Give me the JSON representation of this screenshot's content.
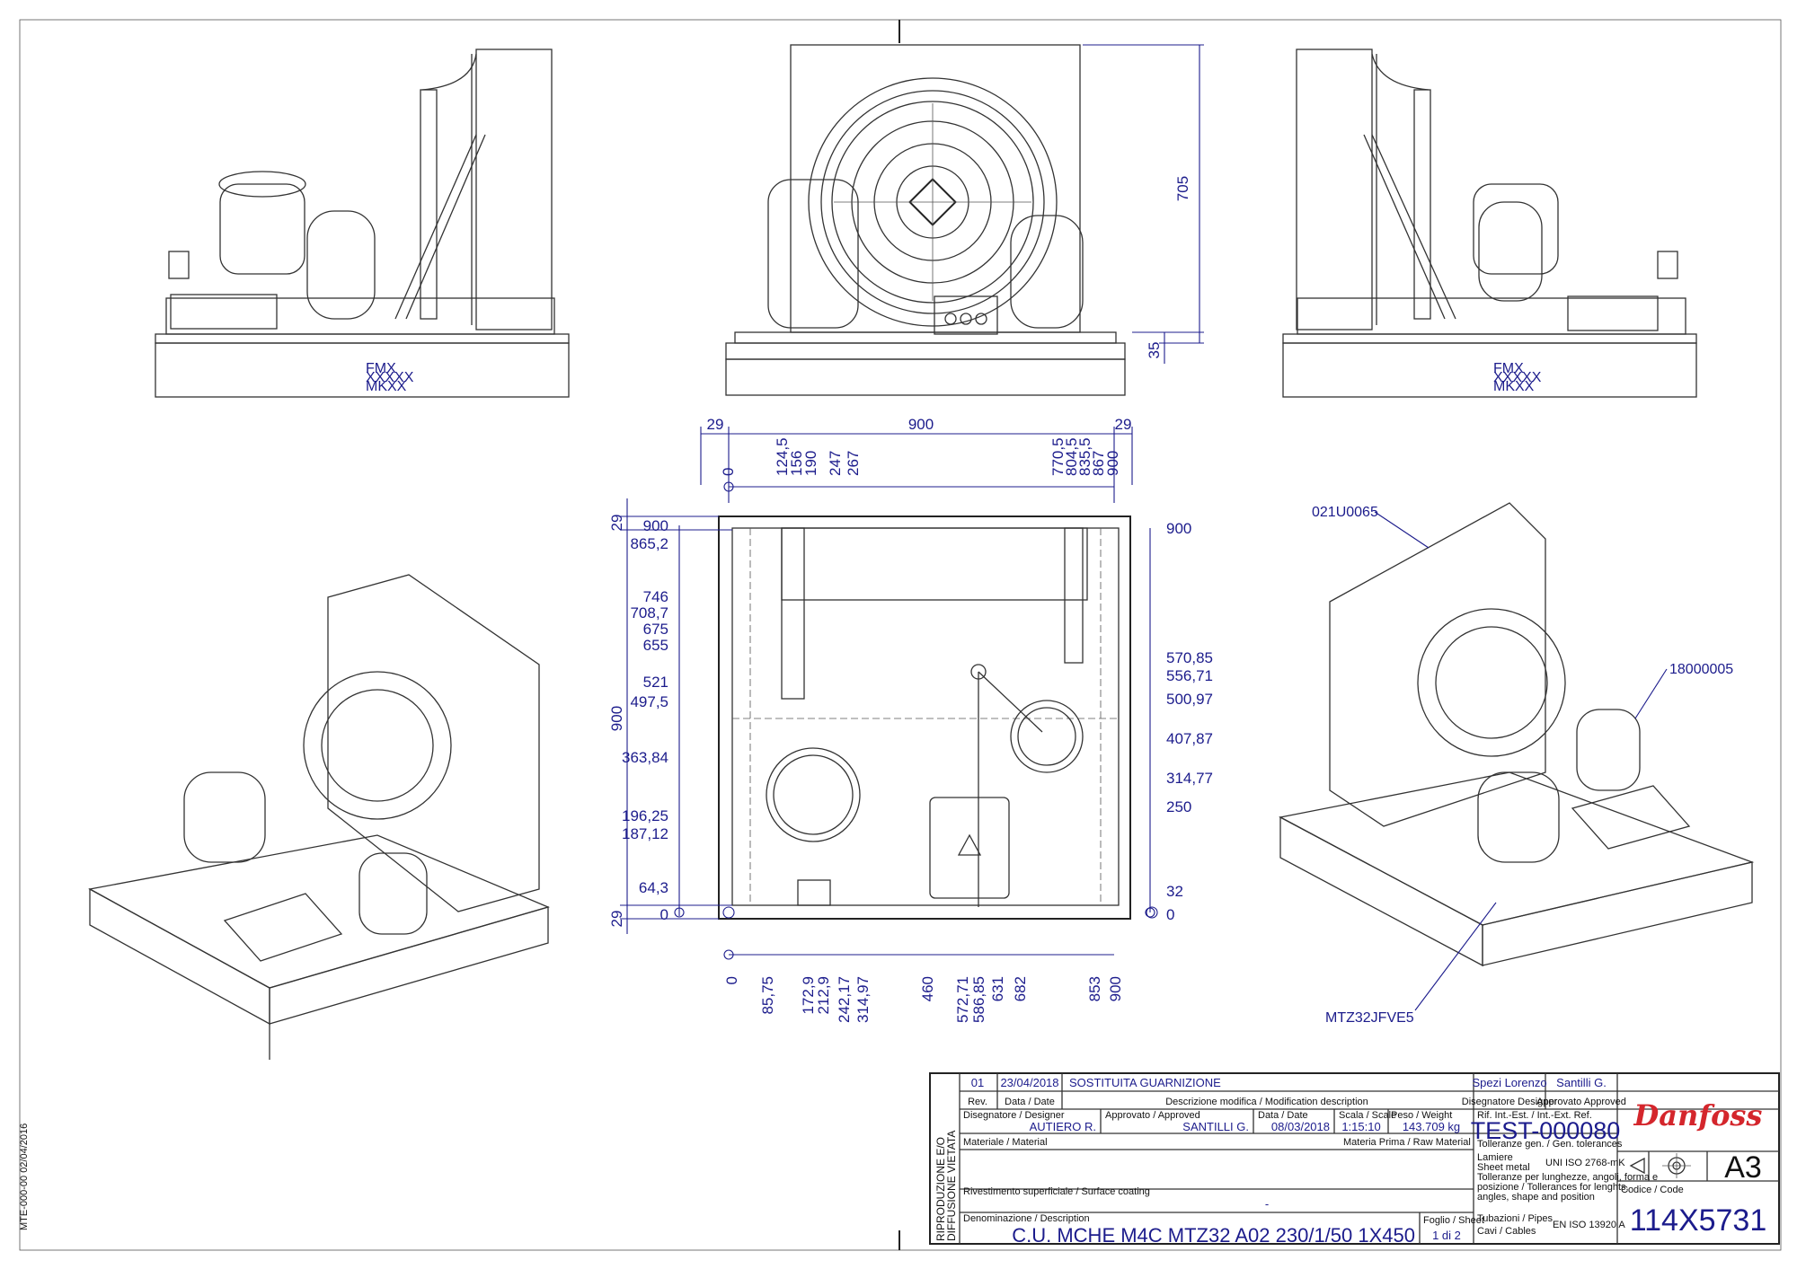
{
  "drawing": {
    "height_dims": {
      "top": "705",
      "base": "35"
    },
    "plan_top_dims": {
      "left_margin": "29",
      "width": "900",
      "right_margin": "29"
    },
    "plan_top_pos": [
      "0",
      "124,5",
      "156",
      "190",
      "247",
      "267",
      "770,5",
      "804,5",
      "835,5",
      "867",
      "900"
    ],
    "plan_bottom_pos": [
      "0",
      "85,75",
      "172,9",
      "212,9",
      "242,17",
      "314,97",
      "460",
      "572,71",
      "586,85",
      "631",
      "682",
      "853",
      "900"
    ],
    "plan_left_dims": [
      "900",
      "865,2",
      "746",
      "708,7",
      "675",
      "655",
      "521",
      "497,5",
      "363,84",
      "196,25",
      "187,12",
      "64,3",
      "0"
    ],
    "plan_left_margins": {
      "top": "29",
      "bottom": "29"
    },
    "plan_left_total": "900",
    "plan_right_dims": [
      "900",
      "570,85",
      "556,71",
      "500,97",
      "407,87",
      "314,77",
      "250",
      "32",
      "0"
    ],
    "callouts": {
      "top_right": "021U0065",
      "right": "18000005",
      "bottom": "MTZ32JFVE5"
    },
    "side_note": "MTE-000-00 02/04/2016",
    "pallet_marks": [
      "FMX",
      "XXXXX",
      "MKXX"
    ]
  },
  "title_block": {
    "rev_row": {
      "rev": "01",
      "date": "23/04/2018",
      "description": "SOSTITUITA GUARNIZIONE",
      "designer": "Spezi Lorenzo",
      "approved": "Santilli G."
    },
    "headers": {
      "rev": "Rev.",
      "date": "Data / Date",
      "description": "Descrizione modifica / Modification description",
      "designer": "Disegnatore Designer",
      "approved": "Approvato Approved"
    },
    "side_label_1": "RIPRODUZIONE E/O",
    "side_label_2": "DIFFUSIONE VIETATA",
    "designer_label": "Disegnatore / Designer",
    "designer_value": "AUTIERO R.",
    "approved_label": "Approvato / Approved",
    "approved_value": "SANTILLI G.",
    "date_label": "Data / Date",
    "date_value": "08/03/2018",
    "scale_label": "Scala / Scale",
    "scale_value": "1:15:10",
    "weight_label": "Peso / Weight",
    "weight_value": "143.709 kg",
    "ref_label": "Rif. Int.-Est. / Int.-Ext. Ref.",
    "ref_value": "TEST-000080",
    "material_label": "Materiale / Material",
    "raw_material_label": "Materia Prima / Raw Material",
    "tolerance_label": "Tolleranze gen. / Gen. tolerances",
    "sheet_metal_lines": [
      "Lamiere",
      "Sheet metal"
    ],
    "sheet_metal_std": "UNI ISO 2768-mK",
    "tolerance_lines": [
      "Tolleranze per lunghezze, angoli, forma e",
      "posizione / Tollerances for lenghts,",
      "angles, shape and position"
    ],
    "coating_label": "Rivestimento superficiale / Surface coating",
    "coating_value": "-",
    "pipes_lines": [
      "Tubazioni / Pipes",
      "Cavi / Cables"
    ],
    "pipes_std": "EN ISO 13920 A",
    "code_label": "Codice / Code",
    "code_value": "114X5731",
    "description_label": "Denominazione / Description",
    "description_value": "C.U. MCHE M4C MTZ32 A02 230/1/50 1X450",
    "sheet_label": "Foglio / Sheet",
    "sheet_value": "1 di 2",
    "size": "A3",
    "brand": "Danfoss"
  }
}
